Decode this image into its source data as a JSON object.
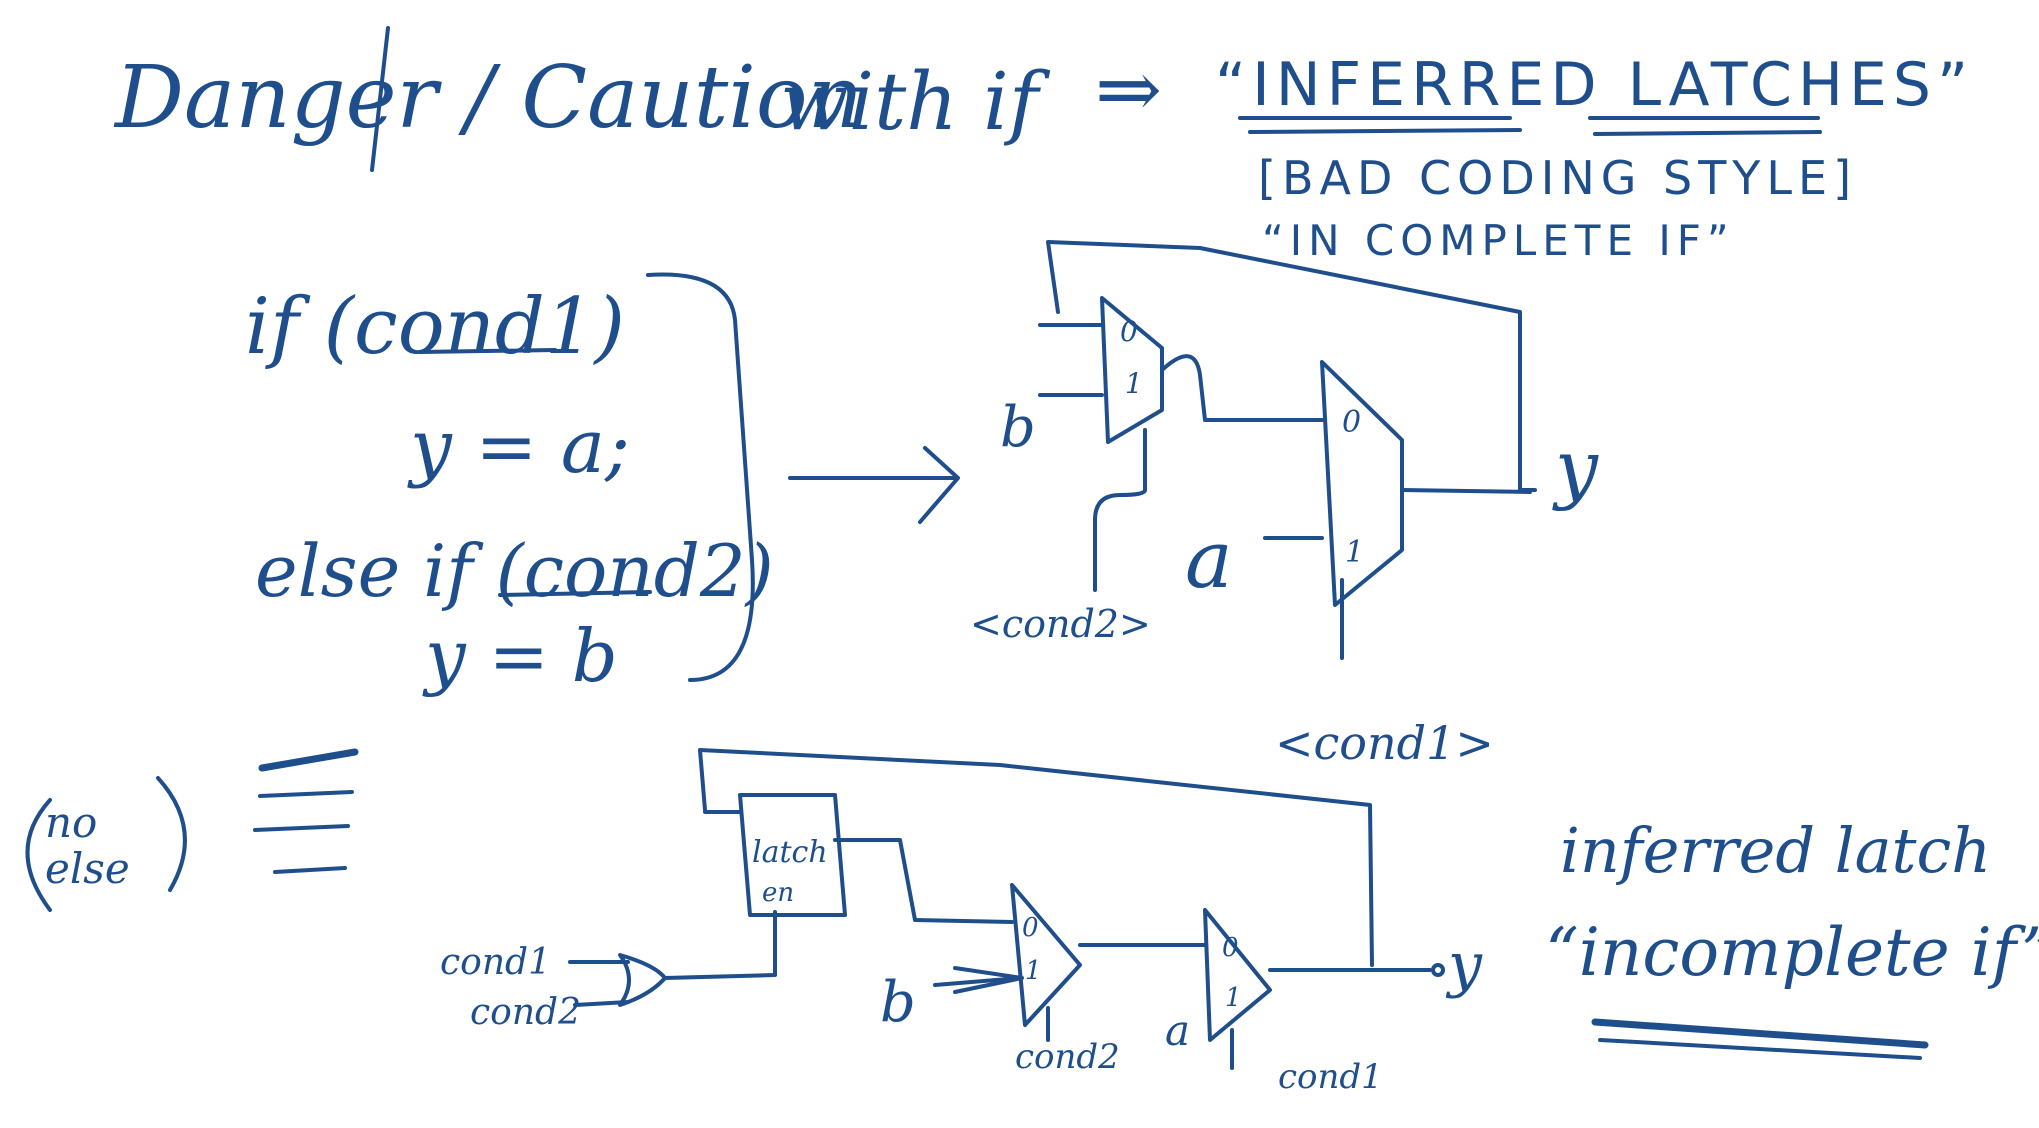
{
  "ink_color": "#1f4e8c",
  "header": {
    "title": "Danger / Caution",
    "with_if": "with if",
    "implies": "⇒",
    "quoted": "“INFERRED LATCHES”",
    "bad_style": "[BAD CODING STYLE]",
    "incomplete": "“IN COMPLETE IF”"
  },
  "code": {
    "line1": "if (cond1)",
    "line2": "y = a;",
    "line3": "else if (cond2)",
    "line4": "y = b"
  },
  "top_circuit": {
    "mux1_in0": "0",
    "mux1_in1": "1",
    "input_b": "b",
    "select_cond2": "<cond2>",
    "mux2_in0": "0",
    "mux2_in1": "1",
    "input_a": "a",
    "select_cond1": "<cond1>",
    "output_y": "y"
  },
  "bottom": {
    "no_else": "no else",
    "equiv": "≡",
    "latch_label": "latch",
    "latch_en": "en",
    "cond1_in": "cond1",
    "cond2_in": "cond2",
    "input_b": "b",
    "mux1_in0": "0",
    "mux1_in1": "1",
    "mux1_sel": "cond2",
    "input_a": "a",
    "mux2_in0": "0",
    "mux2_in1": "1",
    "mux2_sel": "cond1",
    "output_y": "y",
    "note1": "inferred latch",
    "note2": "“incomplete if”"
  }
}
